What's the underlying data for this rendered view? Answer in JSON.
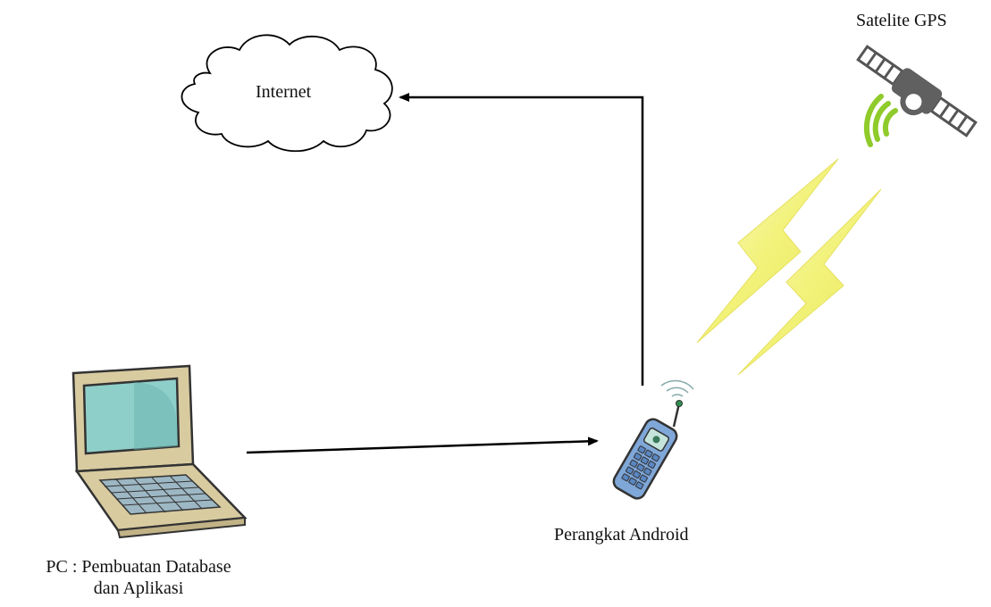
{
  "diagram": {
    "nodes": {
      "satellite": {
        "label": "Satelite GPS",
        "icon": "satellite-icon"
      },
      "internet": {
        "label": "Internet",
        "icon": "cloud-icon"
      },
      "android": {
        "label": "Perangkat Android",
        "icon": "mobile-phone-icon"
      },
      "pc": {
        "label_line1": "PC : Pembuatan Database",
        "label_line2": "dan Aplikasi",
        "icon": "laptop-icon"
      }
    },
    "edges": [
      {
        "from": "pc",
        "to": "android",
        "style": "arrow"
      },
      {
        "from": "android",
        "to": "internet",
        "style": "arrow"
      },
      {
        "from": "satellite",
        "to": "android",
        "style": "lightning-bolts"
      }
    ],
    "colors": {
      "line": "#000000",
      "cloud_fill": "#ffffff",
      "laptop_body": "#d8cba0",
      "laptop_screen": "#8fcfc9",
      "phone_body": "#7fa7d8",
      "bolt": "#f2f27a",
      "satellite_signal": "#8fcb2a"
    }
  }
}
